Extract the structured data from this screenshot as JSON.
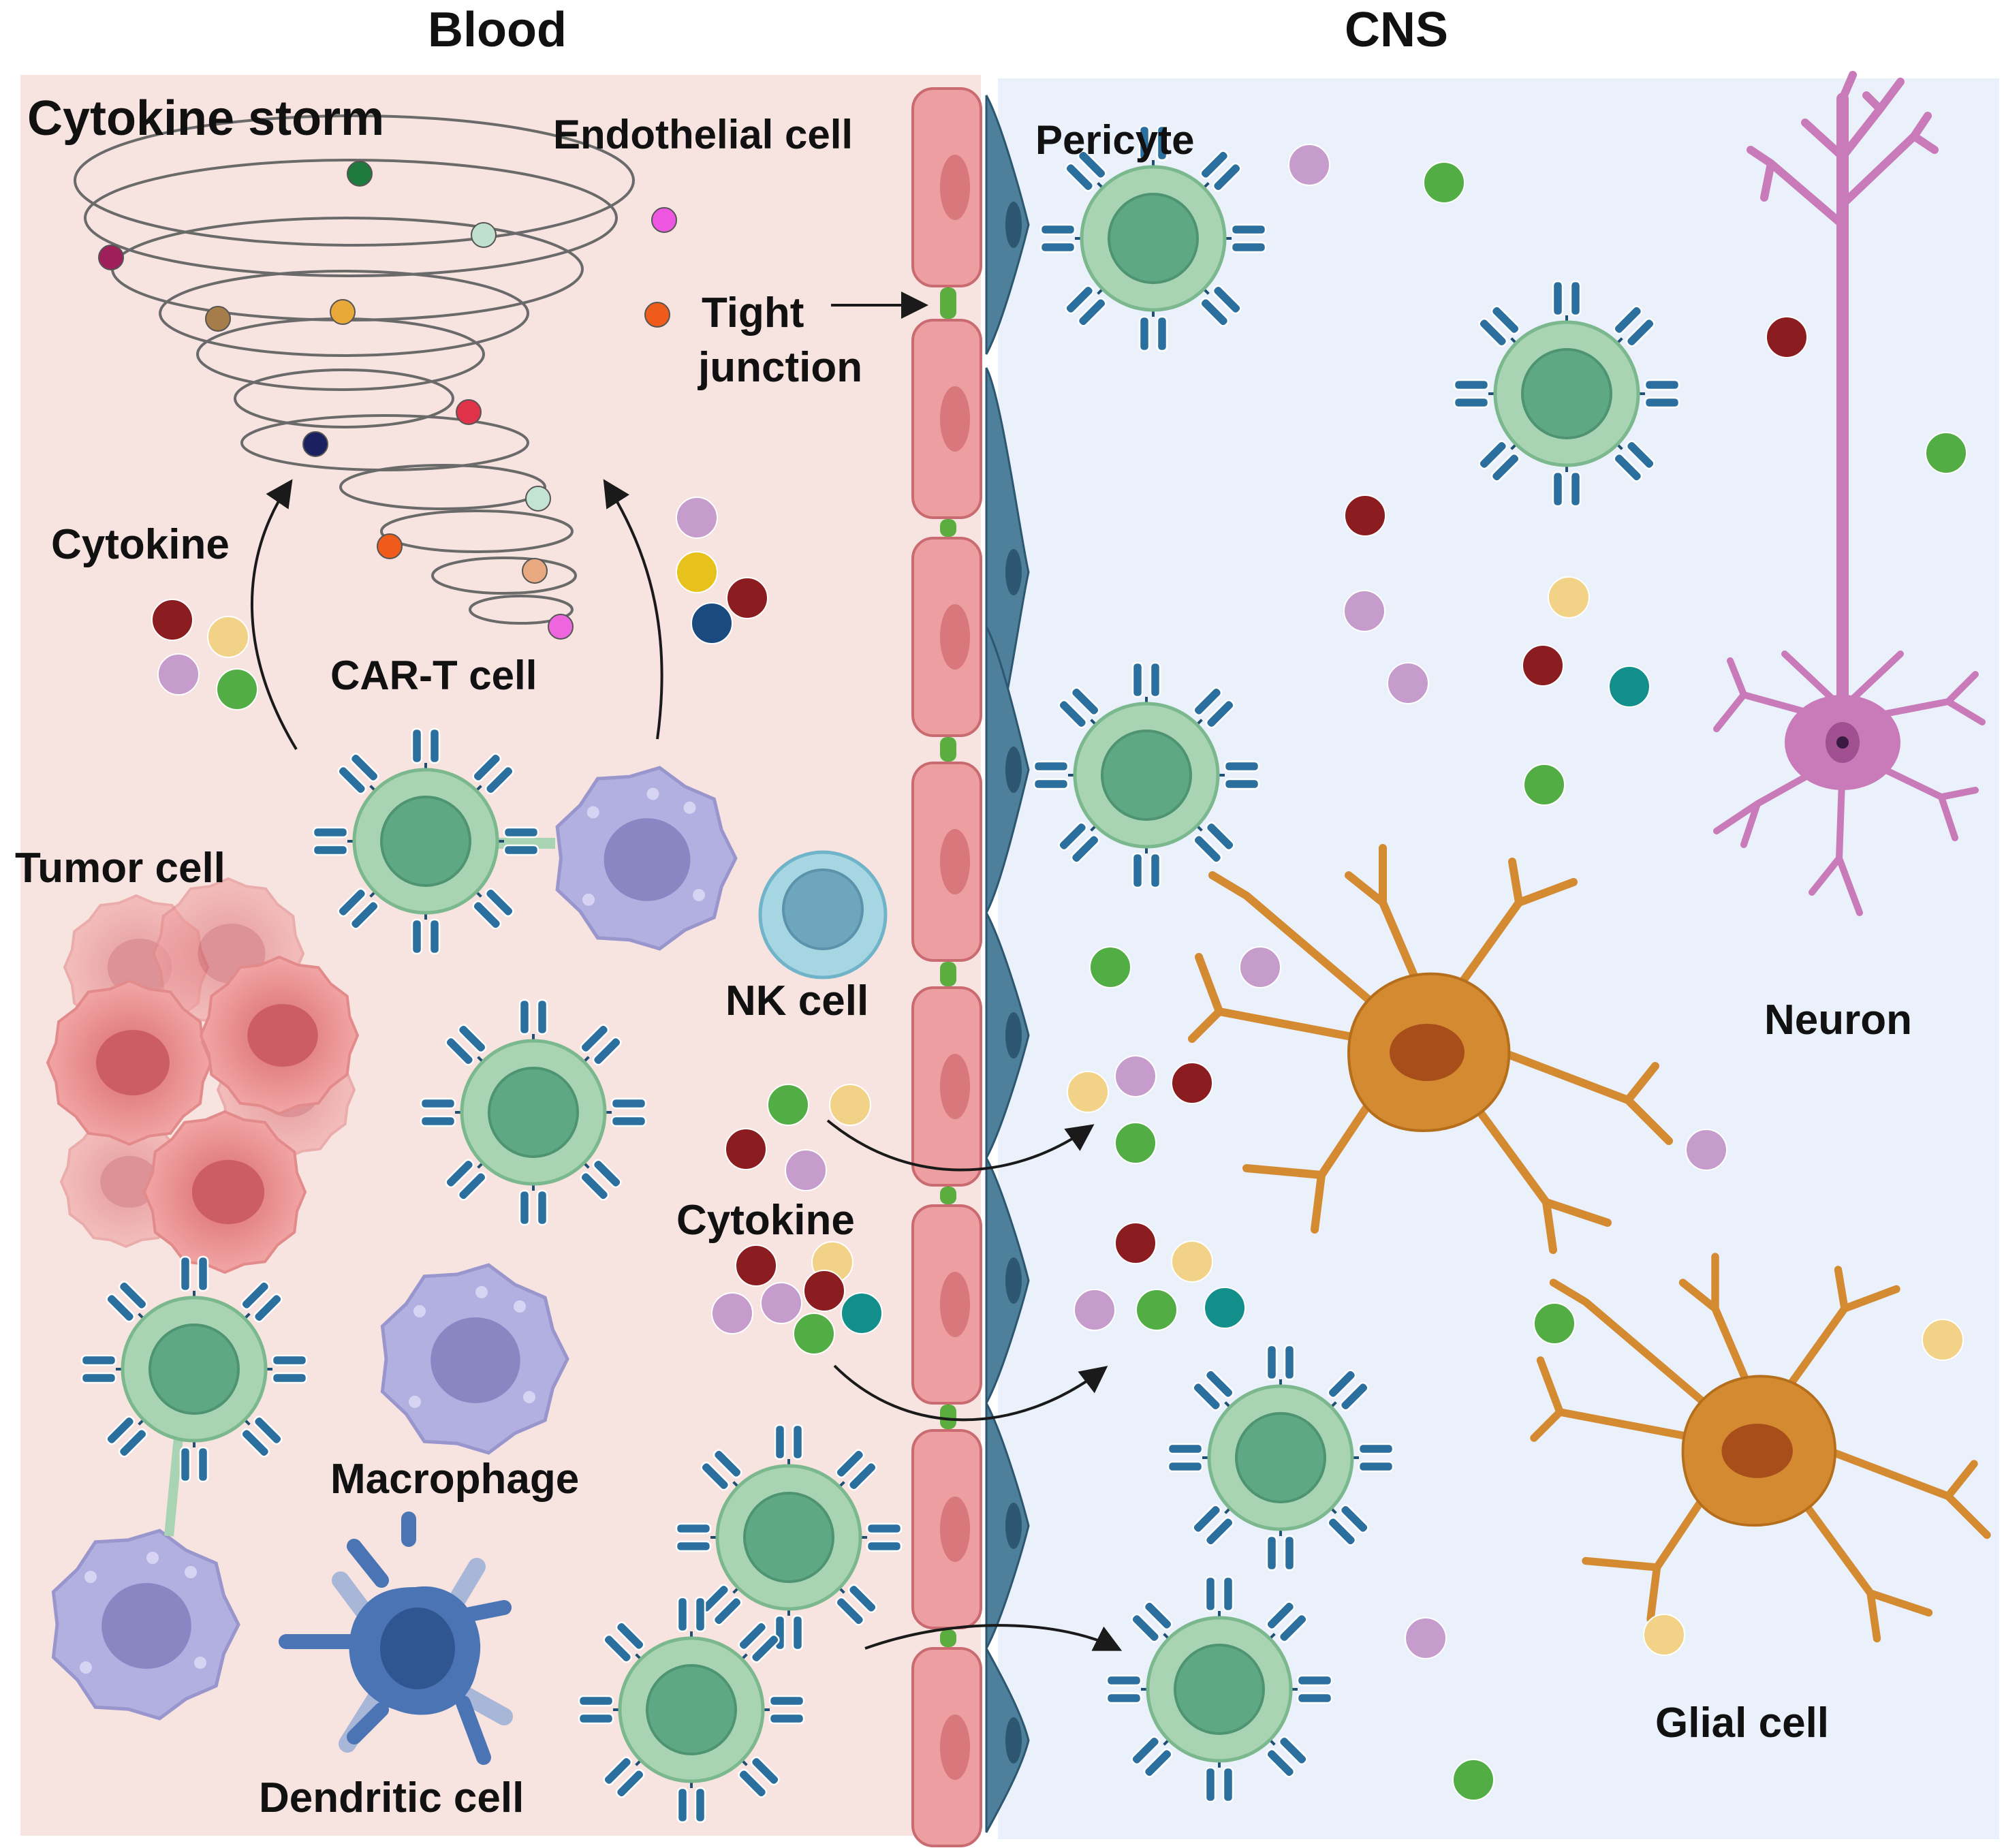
{
  "titles": {
    "blood": "Blood",
    "cns": "CNS"
  },
  "labels": {
    "cytokine_storm": "Cytokine storm",
    "endothelial_cell": "Endothelial cell",
    "pericyte": "Pericyte",
    "tight_junction_line1": "Tight",
    "tight_junction_line2": "junction",
    "cytokine_top": "Cytokine",
    "car_t_cell": "CAR-T cell",
    "tumor_cell": "Tumor cell",
    "nk_cell": "NK cell",
    "cytokine_middle": "Cytokine",
    "macrophage": "Macrophage",
    "dendritic_cell": "Dendritic cell",
    "neuron": "Neuron",
    "glial_cell": "Glial cell"
  },
  "colors": {
    "blood_background": "#f7e4e1",
    "cns_background": "#eaf1fb",
    "endothelial": "#ec9ea0",
    "pericyte": "#4e7f9b",
    "tight_junction": "#5cad3f",
    "car_t_outer": "#a8d4b4",
    "car_t_nucleus": "#5ea983",
    "car_receptor": "#2b6f9e",
    "macrophage": "#b2b0e0",
    "tumor": "#e89393",
    "nk_cell": "#a6d6e2",
    "dendritic": "#4a74b4",
    "neuron": "#c97ab8",
    "glial": "#d48a30",
    "cytokine_dark_red": "#8b1c1f",
    "cytokine_yellow": "#f2d286",
    "cytokine_lilac": "#c59ccc",
    "cytokine_green": "#52ad45",
    "cytokine_teal": "#128f8a",
    "cytokine_navy": "#1a4a7e",
    "cytokine_gold": "#e8c21c"
  }
}
